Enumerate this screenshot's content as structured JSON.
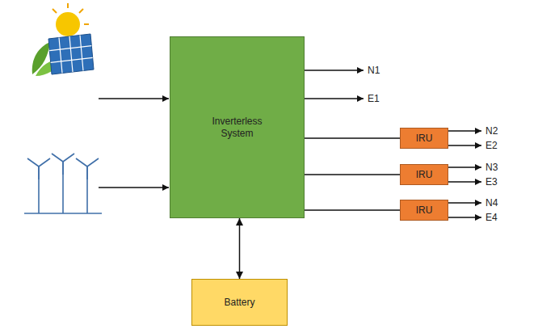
{
  "diagram": {
    "nodes": [
      {
        "text": [
          "Inverterless System"
        ]
      },
      {
        "text": [
          "IRU"
        ]
      },
      {
        "text": [
          "IRU"
        ]
      },
      {
        "text": [
          "IRU"
        ]
      },
      {
        "text": [
          "Battery"
        ]
      }
    ],
    "edges": [
      {
        "from": 0,
        "to": 1,
        "arrow": "none"
      },
      {
        "from": 0,
        "to": 2,
        "arrow": "none"
      },
      {
        "from": 0,
        "to": 3,
        "arrow": "none"
      },
      {
        "from": 0,
        "to": 4,
        "arrow": "both"
      }
    ],
    "labels": [
      "N1",
      "E1",
      "N2",
      "E2",
      "N3",
      "E3",
      "N4",
      "E4"
    ]
  }
}
